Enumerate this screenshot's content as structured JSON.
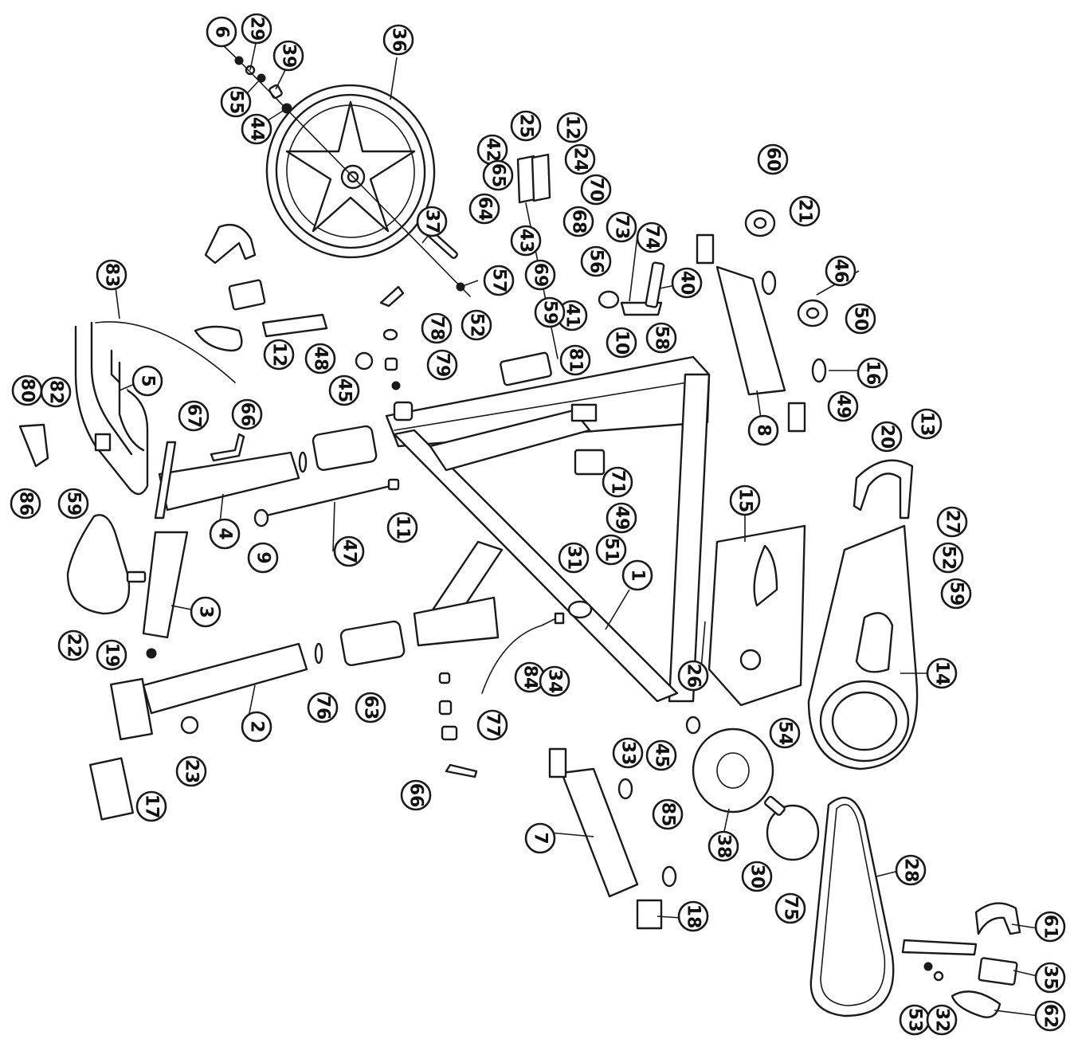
{
  "diagram": {
    "callouts": [
      {
        "label": "6"
      },
      {
        "label": "29"
      },
      {
        "label": "39"
      },
      {
        "label": "55"
      },
      {
        "label": "44"
      },
      {
        "label": "36"
      },
      {
        "label": "25"
      },
      {
        "label": "42"
      },
      {
        "label": "12"
      },
      {
        "label": "24"
      },
      {
        "label": "65"
      },
      {
        "label": "70"
      },
      {
        "label": "64"
      },
      {
        "label": "43"
      },
      {
        "label": "68"
      },
      {
        "label": "69"
      },
      {
        "label": "37"
      },
      {
        "label": "57"
      },
      {
        "label": "73"
      },
      {
        "label": "74"
      },
      {
        "label": "56"
      },
      {
        "label": "40"
      },
      {
        "label": "41"
      },
      {
        "label": "10"
      },
      {
        "label": "58"
      },
      {
        "label": "60"
      },
      {
        "label": "21"
      },
      {
        "label": "46"
      },
      {
        "label": "50"
      },
      {
        "label": "16"
      },
      {
        "label": "49"
      },
      {
        "label": "8"
      },
      {
        "label": "83"
      },
      {
        "label": "12"
      },
      {
        "label": "48"
      },
      {
        "label": "45"
      },
      {
        "label": "78"
      },
      {
        "label": "59"
      },
      {
        "label": "52"
      },
      {
        "label": "81"
      },
      {
        "label": "79"
      },
      {
        "label": "5"
      },
      {
        "label": "80"
      },
      {
        "label": "82"
      },
      {
        "label": "67"
      },
      {
        "label": "66"
      },
      {
        "label": "86"
      },
      {
        "label": "59"
      },
      {
        "label": "4"
      },
      {
        "label": "9"
      },
      {
        "label": "47"
      },
      {
        "label": "11"
      },
      {
        "label": "71"
      },
      {
        "label": "49"
      },
      {
        "label": "31"
      },
      {
        "label": "51"
      },
      {
        "label": "1"
      },
      {
        "label": "20"
      },
      {
        "label": "13"
      },
      {
        "label": "15"
      },
      {
        "label": "27"
      },
      {
        "label": "52"
      },
      {
        "label": "59"
      },
      {
        "label": "22"
      },
      {
        "label": "3"
      },
      {
        "label": "19"
      },
      {
        "label": "14"
      },
      {
        "label": "26"
      },
      {
        "label": "84"
      },
      {
        "label": "34"
      },
      {
        "label": "2"
      },
      {
        "label": "76"
      },
      {
        "label": "63"
      },
      {
        "label": "54"
      },
      {
        "label": "33"
      },
      {
        "label": "77"
      },
      {
        "label": "45"
      },
      {
        "label": "23"
      },
      {
        "label": "17"
      },
      {
        "label": "66"
      },
      {
        "label": "85"
      },
      {
        "label": "38"
      },
      {
        "label": "7"
      },
      {
        "label": "30"
      },
      {
        "label": "28"
      },
      {
        "label": "75"
      },
      {
        "label": "18"
      },
      {
        "label": "61"
      },
      {
        "label": "35"
      },
      {
        "label": "53"
      },
      {
        "label": "32"
      },
      {
        "label": "62"
      }
    ]
  }
}
